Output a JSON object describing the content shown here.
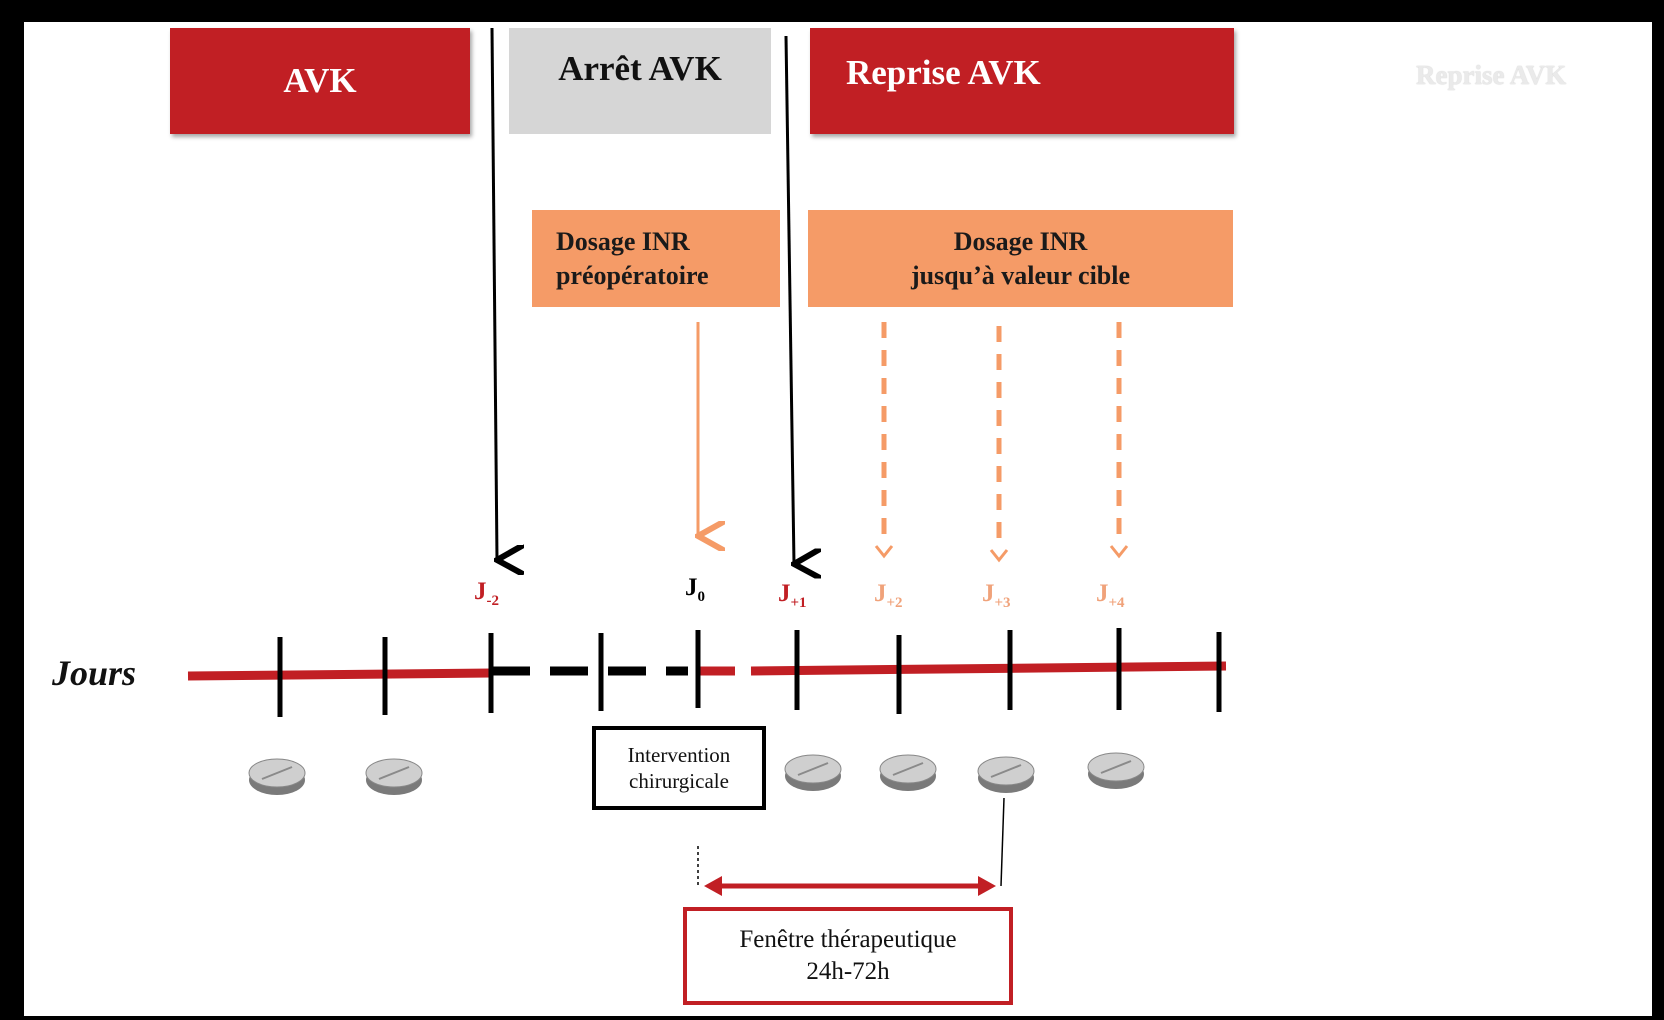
{
  "phases": {
    "avk": "AVK",
    "arret": "Arrêt AVK",
    "reprise": "Reprise AVK",
    "reprise_faint": "Reprise AVK"
  },
  "dosage": {
    "preop_line1": "Dosage INR",
    "preop_line2": "préopératoire",
    "post_line1": "Dosage INR",
    "post_line2": "jusqu’à valeur cible"
  },
  "axis_label": "Jours",
  "days": {
    "jm2": {
      "base": "J",
      "sub": "-2"
    },
    "j0": {
      "base": "J",
      "sub": "0"
    },
    "jp1": {
      "base": "J",
      "sub": "+1"
    },
    "jp2": {
      "base": "J",
      "sub": "+2"
    },
    "jp3": {
      "base": "J",
      "sub": "+3"
    },
    "jp4": {
      "base": "J",
      "sub": "+4"
    }
  },
  "intervention": {
    "line1": "Intervention",
    "line2": "chirurgicale"
  },
  "fenetre": {
    "line1": "Fenêtre thérapeutique",
    "line2": "24h-72h"
  },
  "colors": {
    "red": "#c11f24",
    "orange": "#f59b67",
    "grey": "#d6d6d6",
    "black": "#000000"
  },
  "icons": [
    "pill-icon"
  ]
}
